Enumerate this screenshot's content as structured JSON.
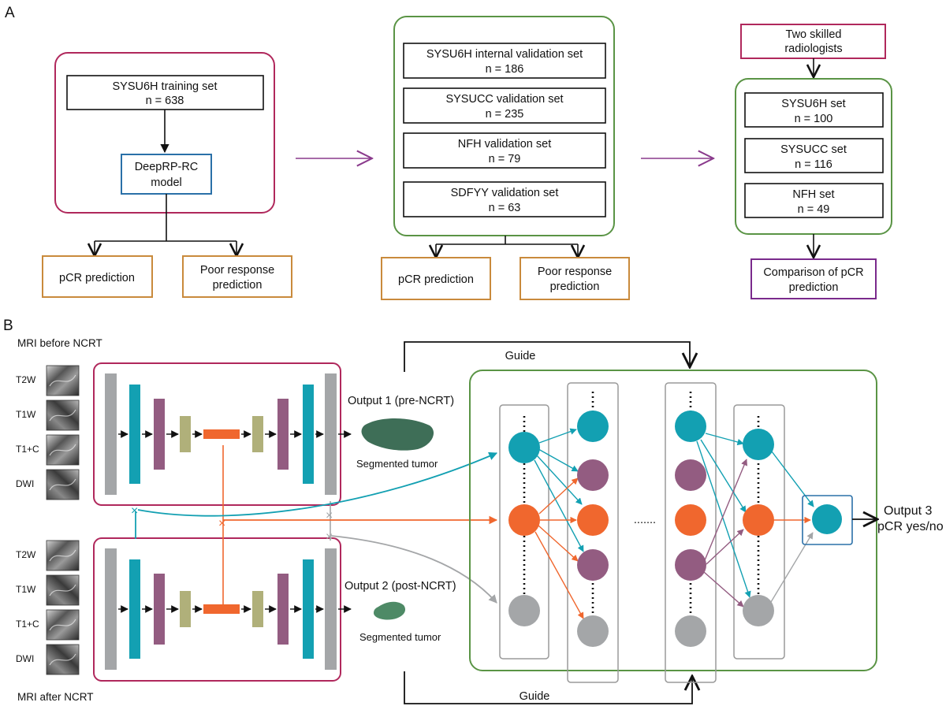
{
  "panel_a": {
    "letter": "A",
    "training_box": {
      "line1": "SYSU6H training set",
      "line2": "n = 638"
    },
    "model_box": {
      "line1": "DeepRP-RC",
      "line2": "model"
    },
    "left_outputs": {
      "pcr": "pCR prediction",
      "poor_line1": "Poor response",
      "poor_line2": "prediction"
    },
    "validation_sets": [
      {
        "line1": "SYSU6H internal validation set",
        "line2": "n = 186"
      },
      {
        "line1": "SYSUCC validation set",
        "line2": "n = 235"
      },
      {
        "line1": "NFH validation  set",
        "line2": "n = 79"
      },
      {
        "line1": "SDFYY validation set",
        "line2": "n = 63"
      }
    ],
    "middle_outputs": {
      "pcr": "pCR prediction",
      "poor_line1": "Poor response",
      "poor_line2": "prediction"
    },
    "radiologists": {
      "line1": "Two skilled",
      "line2": "radiologists"
    },
    "reader_sets": [
      {
        "line1": "SYSU6H set",
        "line2": "n = 100"
      },
      {
        "line1": "SYSUCC set",
        "line2": "n = 116"
      },
      {
        "line1": "NFH set",
        "line2": "n = 49"
      }
    ],
    "comparison": {
      "line1": "Comparison of pCR",
      "line2": "prediction"
    }
  },
  "panel_b": {
    "letter": "B",
    "mri_before": "MRI before NCRT",
    "mri_after": "MRI after NCRT",
    "sequences_top": [
      "T2W",
      "T1W",
      "T1+C",
      "DWI"
    ],
    "sequences_bottom": [
      "T2W",
      "T1W",
      "T1+C",
      "DWI"
    ],
    "output1": "Output 1 (pre-NCRT)",
    "output2": "Output 2 (post-NCRT)",
    "segmented_top": "Segmented tumor",
    "segmented_bottom": "Segmented tumor",
    "guide_top": "Guide",
    "guide_bottom": "Guide",
    "ellipsis": ".......",
    "output3_line1": "Output 3",
    "output3_line2": "pCR yes/no"
  },
  "colors": {
    "crimson": "#b0285c",
    "green": "#5a9445",
    "blue": "#2a70a8",
    "orange_box": "#c98a3c",
    "purple_box": "#7a2a8c",
    "teal": "#13a0b2",
    "mauve": "#935c81",
    "orange": "#f0672e",
    "gray": "#a4a6a8",
    "olive": "#b0b07a",
    "arrow_purple": "#8a3a8c"
  }
}
